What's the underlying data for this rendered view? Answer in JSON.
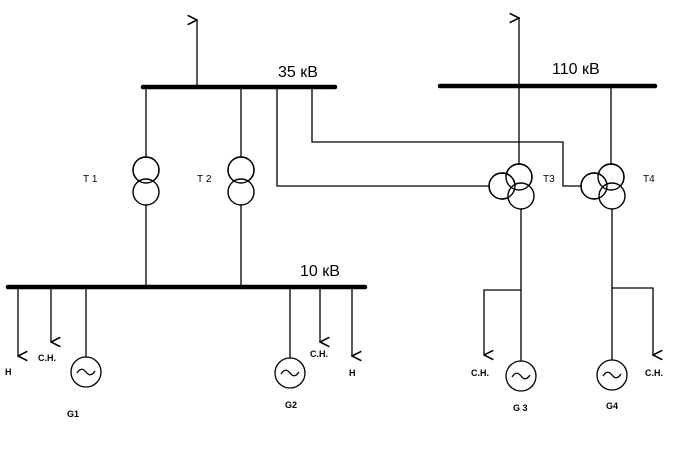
{
  "buses": {
    "bus_35": "35 кВ",
    "bus_110": "110 кВ",
    "bus_10": "10 кВ"
  },
  "transformers": {
    "t1": "Т 1",
    "t2": "Т 2",
    "t3": "Т3",
    "t4": "Т4"
  },
  "generators": {
    "g1": "G1",
    "g2": "G2",
    "g3": "G 3",
    "g4": "G4"
  },
  "loads": {
    "load_n_left": "Н",
    "load_sn_left": "С.Н.",
    "load_sn_g2": "С.Н.",
    "load_n_right": "Н",
    "load_sn_g3": "С.Н.",
    "load_sn_g4": "С.Н."
  }
}
